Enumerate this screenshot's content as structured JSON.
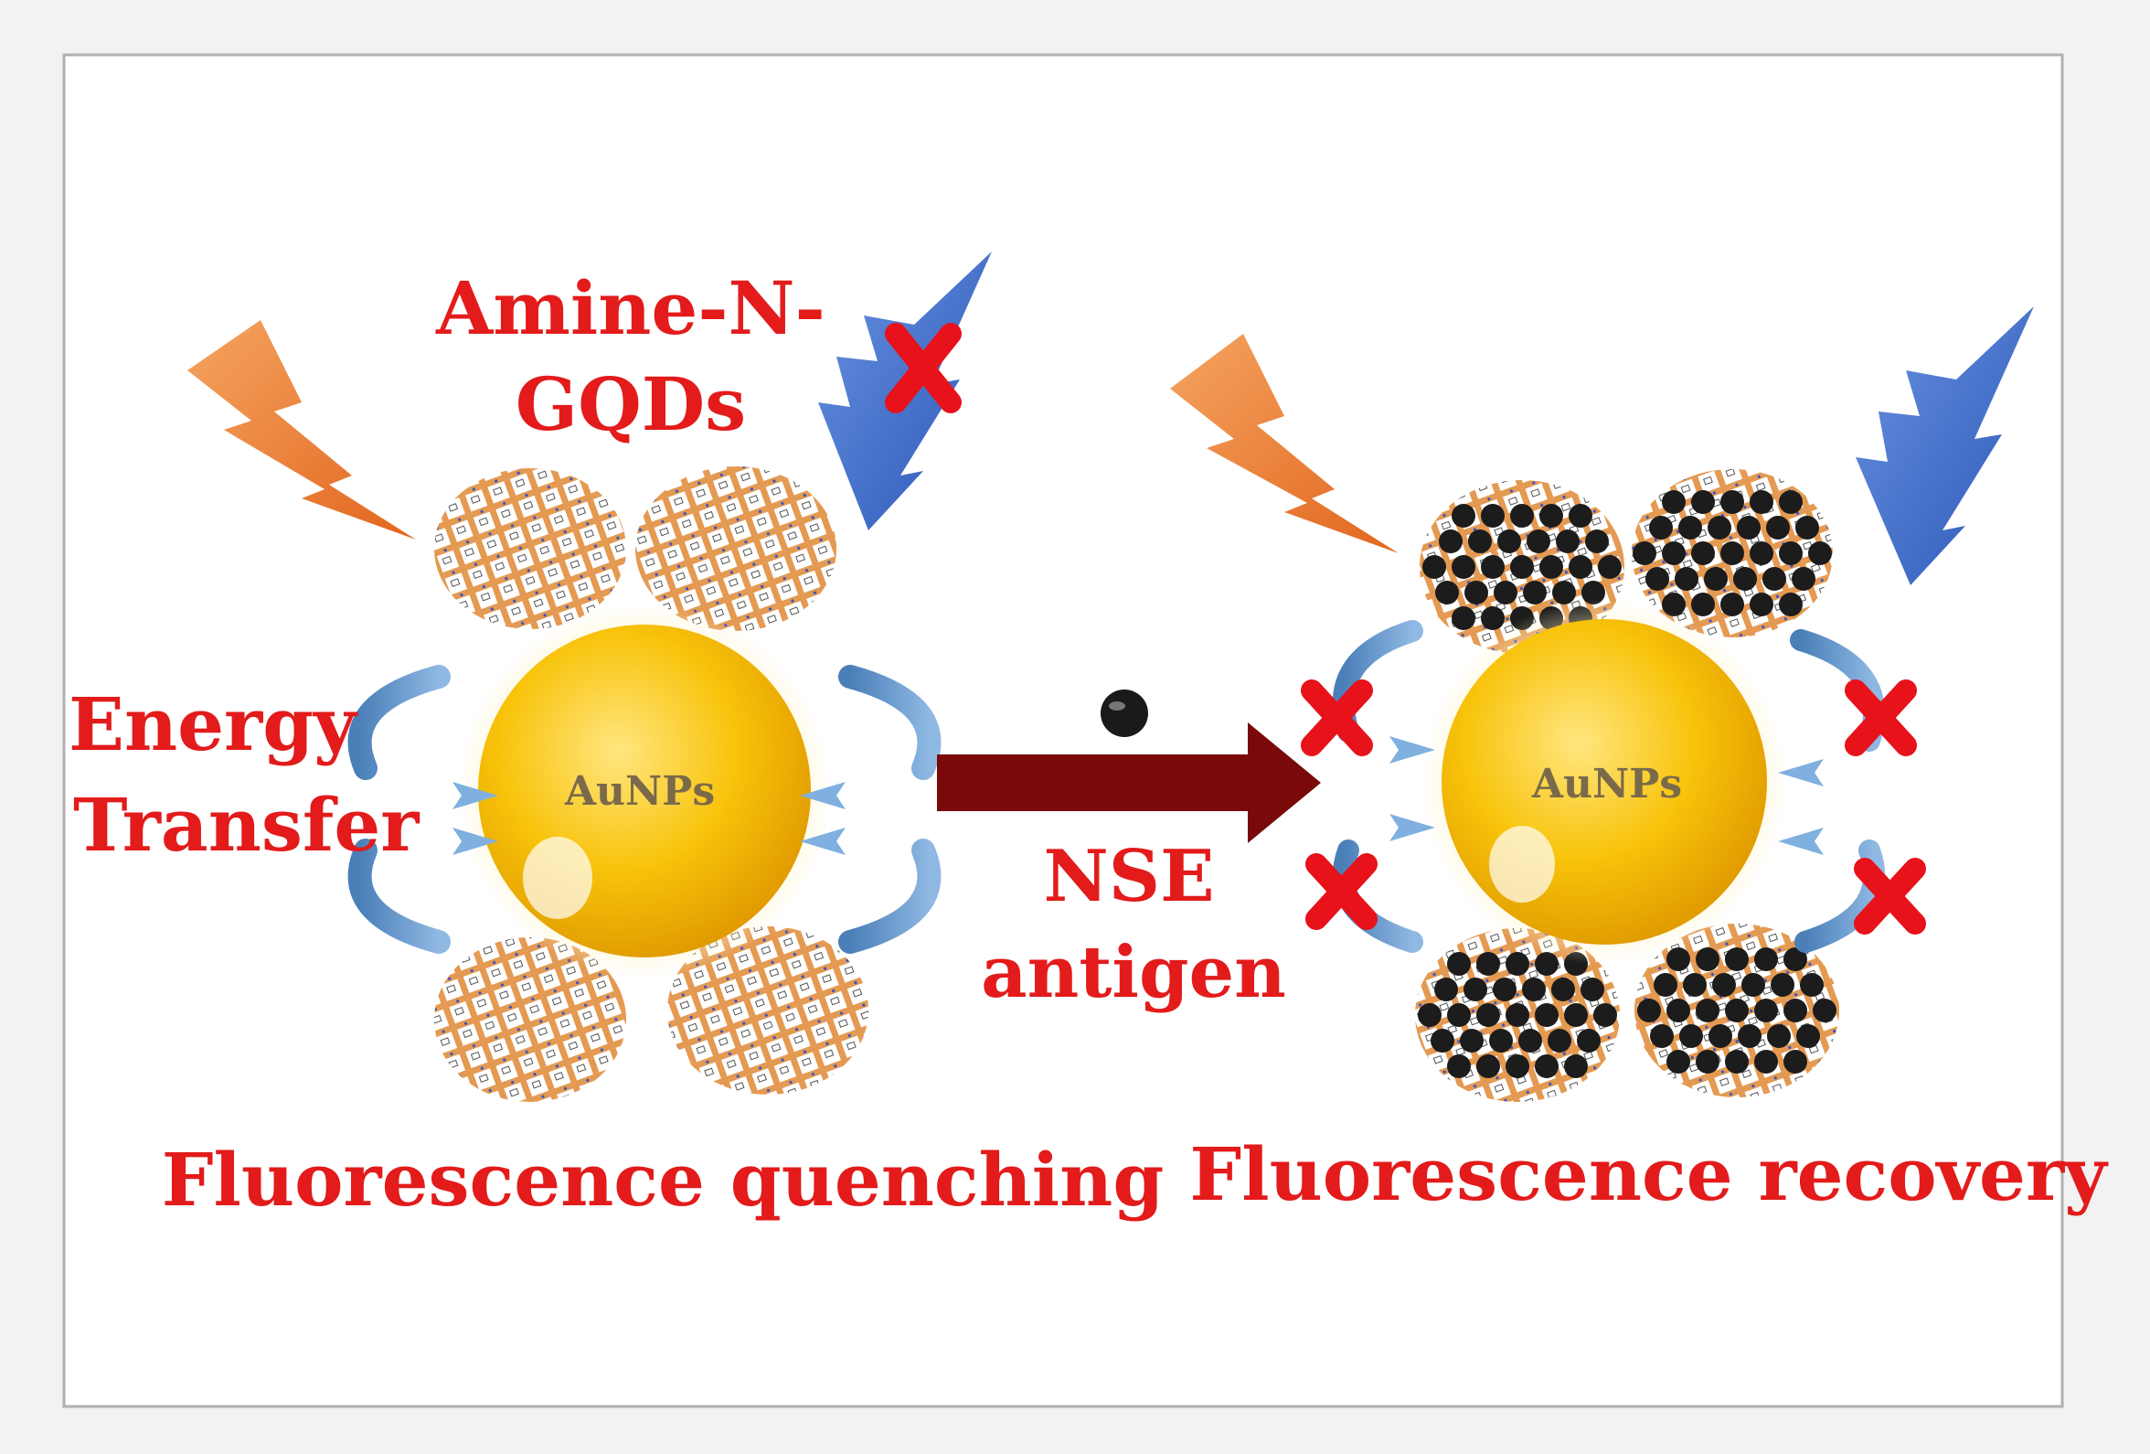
{
  "labels": {
    "amine_line1": "Amine-N-",
    "amine_line2": "GQDs",
    "energy_line1": "Energy",
    "energy_line2": "Transfer",
    "particle_left": "AuNPs",
    "particle_right": "AuNPs",
    "nse_line1": "NSE",
    "nse_line2": "antigen",
    "caption_left": "Fluorescence quenching",
    "caption_right": "Fluorescence recovery"
  },
  "colors": {
    "label_red": "#e31b1b",
    "gold": "#f5b800",
    "arrow_blue": "#5b9bd5",
    "lightning_orange": "#f08a3c",
    "lightning_blue": "#3f6fc9",
    "gqd_orange": "#e8a060",
    "antigen_black": "#1a1a1a",
    "reaction_arrow": "#7a0a0a",
    "block_x_red": "#e8121a"
  }
}
